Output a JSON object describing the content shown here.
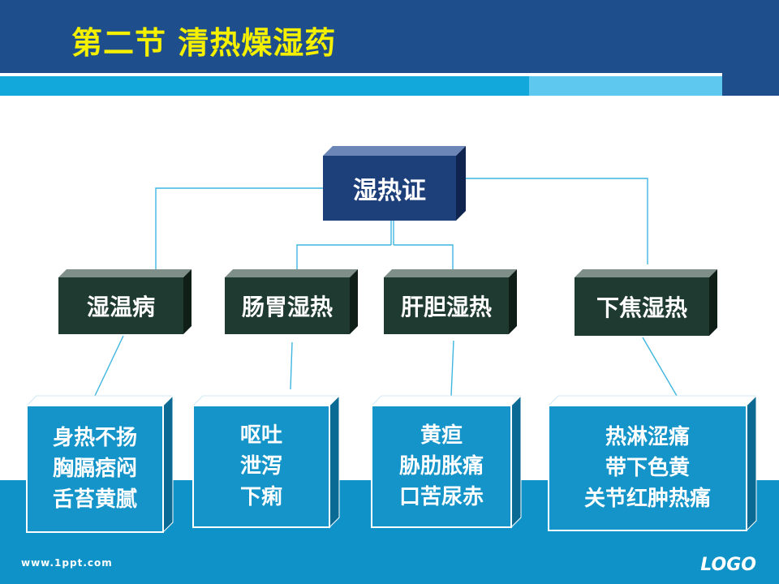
{
  "slide": {
    "title": "第二节 清热燥湿药",
    "footer_url": "www.1ppt.com",
    "footer_logo": "LOGO",
    "colors": {
      "header": "#1f4e8c",
      "title": "#f4f000",
      "stripe": "#12a8dc",
      "root_box": "#1d3f7a",
      "category_box": "#1f3a30",
      "leaf_box": "#1494c8",
      "connector": "#3fb6e0"
    }
  },
  "diagram": {
    "root": "湿热证",
    "categories": [
      "湿温病",
      "肠胃湿热",
      "肝胆湿热",
      "下焦湿热"
    ],
    "symptoms": [
      [
        "身热不扬",
        "胸膈痞闷",
        "舌苔黄腻"
      ],
      [
        "呕吐",
        "泄泻",
        "下痢"
      ],
      [
        "黄疸",
        "胁肋胀痛",
        "口苦尿赤"
      ],
      [
        "热淋涩痛",
        "带下色黄",
        "关节红肿热痛"
      ]
    ]
  }
}
